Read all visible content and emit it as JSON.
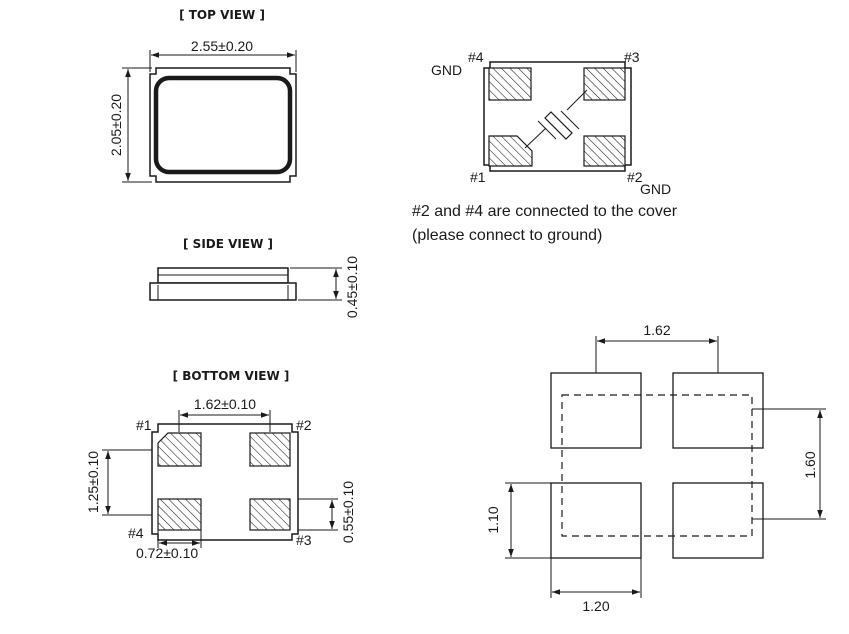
{
  "views": {
    "top_title": "[ TOP VIEW ]",
    "side_title": "[ SIDE VIEW ]",
    "bottom_title": "[ BOTTOM  VIEW ]"
  },
  "dimensions": {
    "top_width": "2.55±0.20",
    "top_height": "2.05±0.20",
    "side_thickness": "0.45±0.10",
    "bottom_pitch_x": "1.62±0.10",
    "bottom_pitch_y": "1.25±0.10",
    "bottom_pad_height": "0.55±0.10",
    "bottom_pad_width": "0.72±0.10",
    "land_pitch_x": "1.62",
    "land_pitch_y": "1.60",
    "land_height": "1.10",
    "land_width": "1.20"
  },
  "pins": {
    "p1": "#1",
    "p2": "#2",
    "p3": "#3",
    "p4": "#4",
    "gnd": "GND"
  },
  "notes": {
    "line1": "#2 and #4 are connected to the cover",
    "line2": "(please connect to ground)"
  }
}
